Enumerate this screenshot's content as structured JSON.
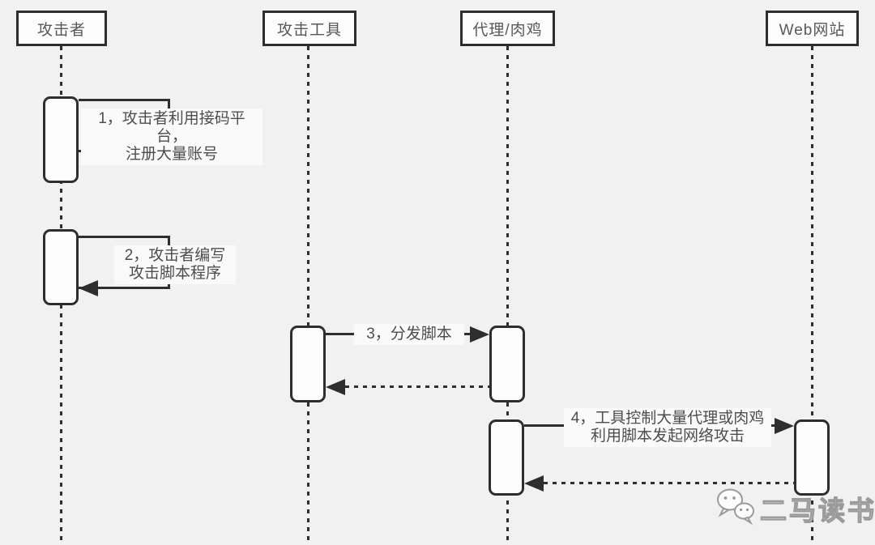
{
  "diagram": {
    "type": "sequence-diagram",
    "actors": [
      {
        "label": "攻击者"
      },
      {
        "label": "攻击工具"
      },
      {
        "label": "代理/肉鸡"
      },
      {
        "label": "Web网站"
      }
    ],
    "messages": [
      {
        "kind": "self",
        "actor": "攻击者",
        "line1": "1，攻击者利用接码平台，",
        "line2": "注册大量账号"
      },
      {
        "kind": "self",
        "actor": "攻击者",
        "line1": "2，攻击者编写",
        "line2": "攻击脚本程序"
      },
      {
        "kind": "solid-with-dashed-return",
        "from": "攻击工具",
        "to": "代理/肉鸡",
        "line1": "3，分发脚本"
      },
      {
        "kind": "solid-with-dashed-return",
        "from": "代理/肉鸡",
        "to": "Web网站",
        "line1": "4，工具控制大量代理或肉鸡",
        "line2": "利用脚本发起网络攻击"
      }
    ],
    "watermark": {
      "icon": "wechat-icon",
      "text": "二马读书"
    },
    "colors": {
      "line": "#2e2e2e",
      "text": "#4d4d4d",
      "background": "#f1f1f1",
      "box_fill": "#fdfdfd",
      "label_background": "#fafafa"
    }
  }
}
